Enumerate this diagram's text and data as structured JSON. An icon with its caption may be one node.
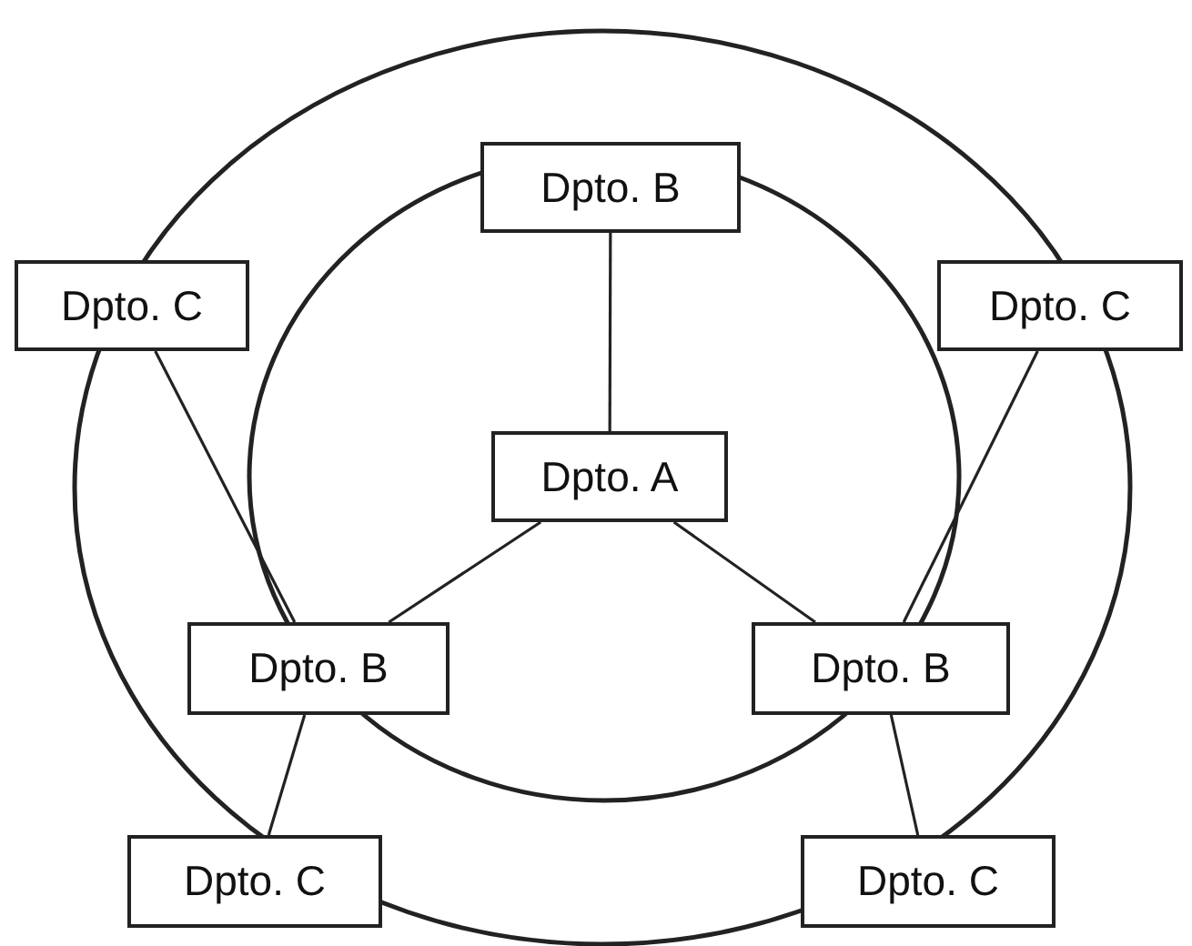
{
  "diagram": {
    "nodes": [
      {
        "text": [
          "Dpto. B"
        ]
      },
      {
        "text": [
          "Dpto. C"
        ]
      },
      {
        "text": [
          "Dpto. C"
        ]
      },
      {
        "text": [
          "Dpto. A"
        ]
      },
      {
        "text": [
          "Dpto. B"
        ]
      },
      {
        "text": [
          "Dpto. B"
        ]
      },
      {
        "text": [
          "Dpto. C"
        ]
      },
      {
        "text": [
          "Dpto. C"
        ]
      }
    ],
    "edges": [
      {
        "from": 0,
        "to": 3,
        "arrow": "none"
      },
      {
        "from": 3,
        "to": 4,
        "arrow": "none"
      },
      {
        "from": 3,
        "to": 5,
        "arrow": "none"
      },
      {
        "from": 1,
        "to": 4,
        "arrow": "none"
      },
      {
        "from": 2,
        "to": 5,
        "arrow": "none"
      },
      {
        "from": 4,
        "to": 6,
        "arrow": "none"
      },
      {
        "from": 5,
        "to": 7,
        "arrow": "none"
      }
    ]
  }
}
